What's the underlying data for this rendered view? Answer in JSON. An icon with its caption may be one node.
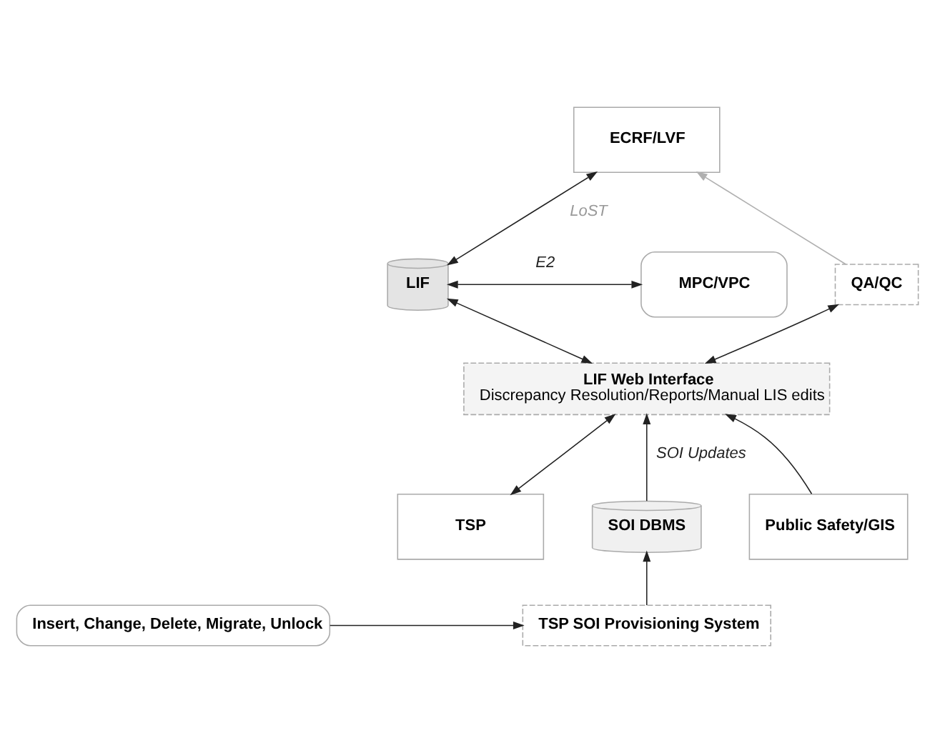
{
  "diagram": {
    "nodes": [
      {
        "text": [
          "ECRF/LVF"
        ]
      },
      {
        "text": [
          "MPC/VPC"
        ]
      },
      {
        "text": [
          "LIF"
        ]
      },
      {
        "text": [
          "QA/QC"
        ]
      },
      {
        "text": [
          "LIF Web Interface",
          "Discrepancy Resolution/Reports/Manual LIS edits"
        ]
      },
      {
        "text": [
          "TSP"
        ]
      },
      {
        "text": [
          "SOI DBMS"
        ]
      },
      {
        "text": [
          "Public Safety/GIS"
        ]
      },
      {
        "text": [
          "Insert, Change, Delete, Migrate, Unlock"
        ]
      },
      {
        "text": [
          "TSP SOI Provisioning System"
        ]
      }
    ],
    "edges": [
      {
        "from": 0,
        "to": 2,
        "arrow": "both",
        "label": "LoST"
      },
      {
        "from": 1,
        "to": 2,
        "arrow": "both",
        "label": "E2"
      },
      {
        "from": 3,
        "to": 0,
        "arrow": "to",
        "color": "#b0b0b0"
      },
      {
        "from": 2,
        "to": 4,
        "arrow": "both"
      },
      {
        "from": 3,
        "to": 4,
        "arrow": "both"
      },
      {
        "from": 4,
        "to": 5,
        "arrow": "both"
      },
      {
        "from": 6,
        "to": 4,
        "arrow": "to",
        "label": "SOI Updates"
      },
      {
        "from": 7,
        "to": 4,
        "arrow": "to"
      },
      {
        "from": 9,
        "to": 6,
        "arrow": "to"
      },
      {
        "from": 8,
        "to": 9,
        "arrow": "to"
      }
    ]
  }
}
